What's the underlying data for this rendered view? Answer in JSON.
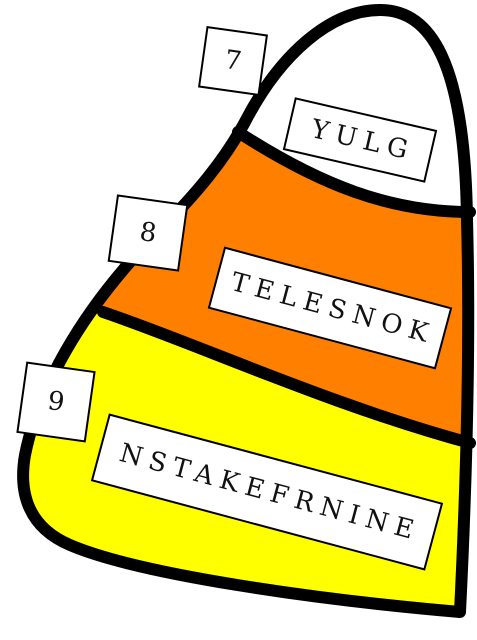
{
  "puzzle": {
    "sections": [
      {
        "number": "7",
        "scrambled_word": "YULG",
        "color": "#ffffff"
      },
      {
        "number": "8",
        "scrambled_word": "TELESNOK",
        "color": "#ff7f00"
      },
      {
        "number": "9",
        "scrambled_word": "NSTAKEFRNINE",
        "color": "#ffff00"
      }
    ],
    "outline_color": "#000000"
  }
}
